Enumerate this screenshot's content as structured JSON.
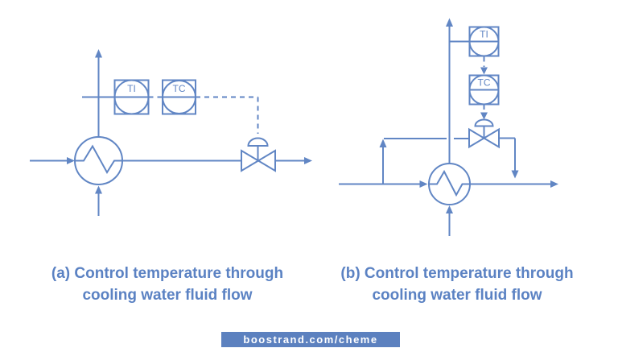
{
  "colors": {
    "line_blue": "#6186c4",
    "caption_text": "#5b82c3",
    "badge_background": "#5c81bf",
    "badge_text": "#ffffff",
    "page_background": "#ffffff"
  },
  "diagram_a": {
    "instruments": [
      {
        "tag": "TI"
      },
      {
        "tag": "TC"
      }
    ],
    "equipment": [
      "heat-exchanger",
      "control-valve-with-diaphragm-actuator"
    ],
    "signal_line_style": "dashed",
    "caption_line1": "(a) Control temperature through",
    "caption_line2": "cooling water fluid flow"
  },
  "diagram_b": {
    "instruments": [
      {
        "tag": "TI"
      },
      {
        "tag": "TC"
      }
    ],
    "equipment": [
      "heat-exchanger",
      "control-valve-with-diaphragm-actuator",
      "bypass-line"
    ],
    "signal_line_style": "dashed",
    "caption_line1": "(b) Control temperature through",
    "caption_line2": "cooling water fluid flow"
  },
  "watermark": {
    "text": "boostrand.com/cheme"
  }
}
